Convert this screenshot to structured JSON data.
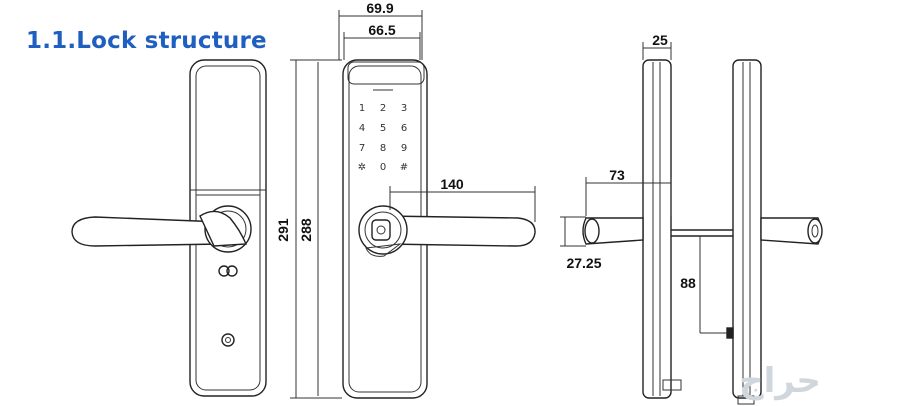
{
  "title": "1.1.Lock structure",
  "dimensions": {
    "overall_width": "69.9",
    "panel_width": "66.5",
    "overall_height": "291",
    "panel_height": "288",
    "handle_length": "140",
    "side_depth": "25",
    "handle_projection": "73",
    "handle_diameter": "27.25",
    "spindle_length": "88"
  },
  "keypad": {
    "keys": [
      "1",
      "2",
      "3",
      "4",
      "5",
      "6",
      "7",
      "8",
      "9",
      "✲",
      "0",
      "#"
    ]
  },
  "watermark": "حراج",
  "colors": {
    "title": "#1f5fbf",
    "line": "#222222"
  }
}
